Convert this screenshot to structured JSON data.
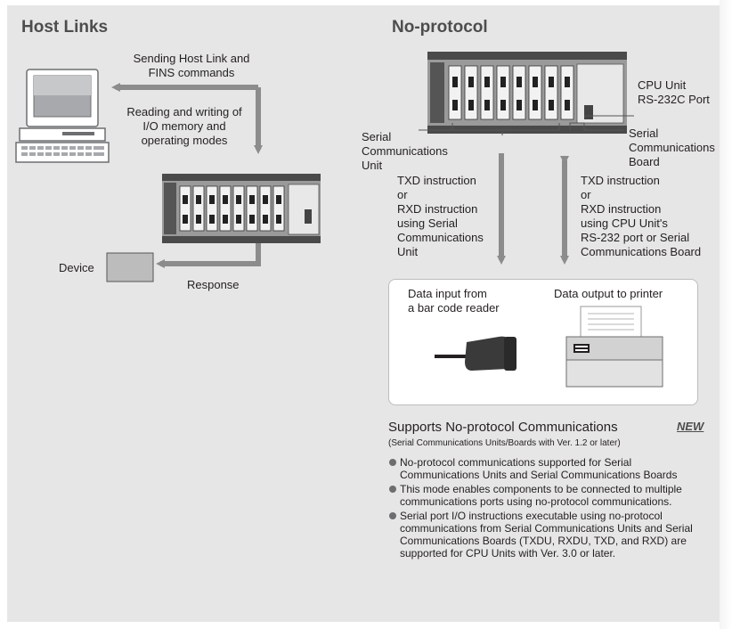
{
  "host_links": {
    "title": "Host Links",
    "send_label": [
      "Sending Host Link and",
      "FINS commands"
    ],
    "rw_label": [
      "Reading and writing of",
      "I/O memory and",
      "operating modes"
    ],
    "device_label": "Device",
    "response_label": "Response"
  },
  "no_protocol": {
    "title": "No-protocol",
    "cpu_port_label": [
      "CPU Unit",
      "RS-232C Port"
    ],
    "scu_label": [
      "Serial",
      "Communications",
      "Unit"
    ],
    "scb_label": [
      "Serial",
      "Communications",
      "Board"
    ],
    "txd_unit_label": [
      "TXD instruction",
      "or",
      "RXD instruction",
      "using Serial",
      "Communications",
      "Unit"
    ],
    "txd_cpu_label": [
      "TXD instruction",
      "or",
      "RXD instruction",
      "using CPU Unit's",
      "RS-232 port or Serial",
      "Communications Board"
    ],
    "barcode_label": [
      "Data input from",
      "a bar code reader"
    ],
    "printer_label": "Data output to printer"
  },
  "feature": {
    "title": "Supports No-protocol Communications",
    "new_badge": "NEW",
    "subtitle": "(Serial Communications Units/Boards with Ver. 1.2 or later)",
    "bullets": [
      "No-protocol communications supported for Serial Communications Units and Serial Communications Boards",
      "This mode enables components to be connected to multiple communications ports using no-protocol communications.",
      "Serial port I/O instructions executable using no-protocol communications from Serial Communications Units and Serial Communications Boards (TXDU, RXDU, TXD, and RXD) are supported for CPU Units with Ver. 3.0 or later."
    ]
  },
  "colors": {
    "panel": "#e6e6e6",
    "arrow": "#8c8c8c",
    "title": "#4d4d4d",
    "plc_body": "#9a9a9a"
  }
}
